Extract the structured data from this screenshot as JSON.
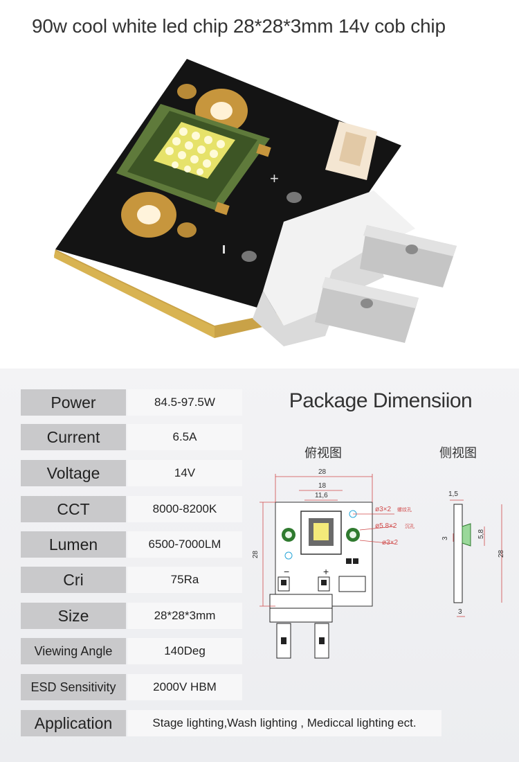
{
  "title": "90w cool white led chip 28*28*3mm 14v cob chip",
  "specs": [
    {
      "label": "Power",
      "value": "84.5-97.5W"
    },
    {
      "label": "Current",
      "value": "6.5A"
    },
    {
      "label": "Voltage",
      "value": "14V"
    },
    {
      "label": "CCT",
      "value": "8000-8200K"
    },
    {
      "label": "Lumen",
      "value": "6500-7000LM"
    },
    {
      "label": "Cri",
      "value": "75Ra"
    },
    {
      "label": "Size",
      "value": "28*28*3mm"
    },
    {
      "label": "Viewing Angle",
      "value": "140Deg"
    },
    {
      "label": "ESD Sensitivity",
      "value": "2000V HBM"
    }
  ],
  "application": {
    "label": "Application",
    "value": "Stage lighting,Wash lighting , Mediccal lighting ect."
  },
  "package": {
    "title": "Package Dimensiion",
    "top_view_label": "俯视图",
    "side_view_label": "侧视图",
    "dims": {
      "w28": "28",
      "w18": "18",
      "w11_6": "11,6",
      "h28": "28",
      "hole1": "ø3×2",
      "hole2": "ø5.8×2",
      "hole3": "ø3×2",
      "hole1_note": "螺纹孔",
      "hole2_note": "沉孔",
      "minus": "−",
      "plus": "+",
      "side_1_5": "1,5",
      "side_3": "3",
      "side_5_8": "5,8",
      "side_28": "28",
      "side_bottom_3": "3"
    }
  }
}
